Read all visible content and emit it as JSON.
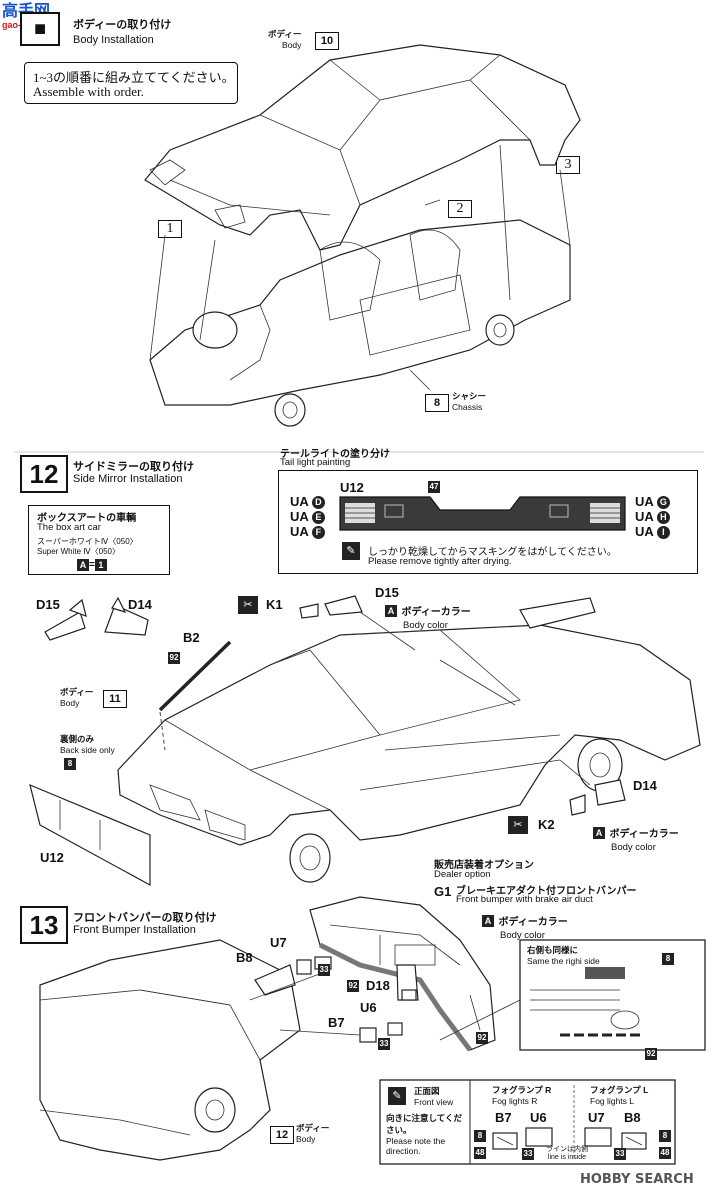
{
  "watermark": {
    "title": "高手网",
    "url": "gao-shou.net",
    "footer": "HOBBY SEARCH"
  },
  "step_body": {
    "title_jp": "ボディーの取り付け",
    "title_en": "Body Installation",
    "order_jp": "1~3の順番に組み立ててください。",
    "order_en": "Assemble with order.",
    "body_jp": "ボディー",
    "body_en": "Body",
    "body_num": "10",
    "chassis_num": "8",
    "chassis_jp": "シャシー",
    "chassis_en": "Chassis",
    "order_labels": [
      "1",
      "2",
      "3"
    ]
  },
  "step12": {
    "num": "12",
    "title_jp": "サイドミラーの取り付け",
    "title_en": "Side Mirror Installation",
    "boxart_jp": "ボックスアートの車輌",
    "boxart_en": "The box art car",
    "color_jp": "スーパーホワイトⅣ〈050〉",
    "color_en": "Super White Ⅳ〈050〉",
    "color_code_letter": "A",
    "color_code_eq": "=",
    "color_code_num": "1",
    "tail_jp": "テールライトの塗り分け",
    "tail_en": "Tail light painting",
    "tail_part": "U12",
    "tail_tag": "47",
    "ua_left": [
      "UA",
      "UA",
      "UA"
    ],
    "ua_left_codes": [
      "D",
      "E",
      "F"
    ],
    "ua_right": [
      "UA",
      "UA",
      "UA"
    ],
    "ua_right_codes": [
      "G",
      "H",
      "I"
    ],
    "dry_jp": "しっかり乾燥してからマスキングをはがしてください。",
    "dry_en": "Please remove tightly after drying.",
    "d15": "D15",
    "d14": "D14",
    "k1": "K1",
    "k2": "K2",
    "b2": "B2",
    "b2_tag": "92",
    "d15_body_color_letter": "A",
    "body_color_jp": "ボディーカラー",
    "body_color_en": "Body color",
    "body_jp": "ボディー",
    "body_en": "Body",
    "body_num": "11",
    "back_jp": "裏側のみ",
    "back_en": "Back side only",
    "back_tag": "8",
    "u12": "U12"
  },
  "step13": {
    "num": "13",
    "title_jp": "フロントバンパーの取り付け",
    "title_en": "Front Bumper Installation",
    "dealer_jp": "販売店装着オプション",
    "dealer_en": "Dealer option",
    "g1": "G1",
    "bumper_jp": "ブレーキエアダクト付フロントバンパー",
    "bumper_en": "Front bumper with brake air duct",
    "body_color_letter": "A",
    "body_color_jp": "ボディーカラー",
    "body_color_en": "Body color",
    "u7": "U7",
    "b8": "B8",
    "d18": "D18",
    "u6": "U6",
    "b7": "B7",
    "tag33": "33",
    "tag92": "92",
    "same_jp": "右側も同様に",
    "same_en": "Same the righi side",
    "same_tag": "8",
    "inset_tag": "92",
    "body_num": "12",
    "body_jp": "ボディー",
    "body_en": "Body",
    "front_jp": "正面図",
    "front_en": "Front view",
    "dir_jp": "向きに注意してください。",
    "dir_en": "Please note the direction.",
    "fog_r_jp": "フォグランプ R",
    "fog_r_en": "Fog lights R",
    "fog_l_jp": "フォグランプ L",
    "fog_l_en": "Fog lights L",
    "line_jp": "ラインは内側",
    "line_en": "line is inside",
    "fog_tags": [
      "8",
      "48",
      "33",
      "33",
      "48",
      "8"
    ]
  }
}
